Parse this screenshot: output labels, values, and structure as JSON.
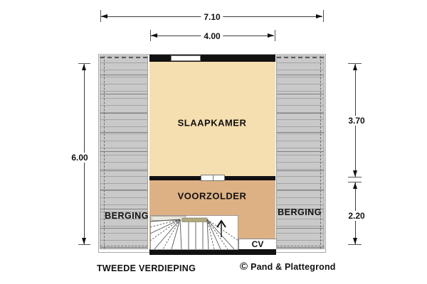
{
  "plan": {
    "floor_label": "TWEEDE VERDIEPING",
    "copyright": {
      "symbol": "©",
      "name": "Pand & Plattegrond"
    },
    "rooms": {
      "slaapkamer": "SLAAPKAMER",
      "voorzolder": "VOORZOLDER",
      "berging_left": "BERGING",
      "berging_right": "BERGING",
      "cv": "CV"
    },
    "dimensions": {
      "overall_width_m": "7.10",
      "slaapkamer_width_m": "4.00",
      "overall_depth_m": "6.00",
      "slaapkamer_depth_m": "3.70",
      "voorzolder_depth_m": "2.20"
    },
    "colors": {
      "slaapkamer_fill": "#F5DFB0",
      "voorzolder_fill": "#DEB184",
      "roof_fill": "#C9C9C9",
      "wall": "#111111"
    }
  }
}
